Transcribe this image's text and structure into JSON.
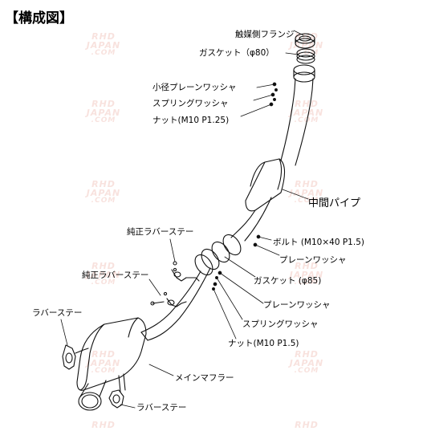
{
  "title": "【構成図】",
  "watermark": {
    "line1": "RHD",
    "line2": "JAPAN",
    "line3": ".COM",
    "color": "#e17d69"
  },
  "labels": {
    "flange": "触媒側フランジ",
    "gasket80": "ガスケット（φ80）",
    "washer_small": "小径プレーンワッシャ",
    "spring_washer_top": "スプリングワッシャ",
    "nut_top": "ナット(M10 P1.25)",
    "mid_pipe": "中間パイプ",
    "bolt": "ボルト (M10×40 P1.5)",
    "plain_washer_1": "プレーンワッシャ",
    "gasket85": "ガスケット (φ85)",
    "plain_washer_2": "プレーンワッシャ",
    "spring_washer_bottom": "スプリングワッシャ",
    "nut_bottom": "ナット(M10 P1.5)",
    "oem_stay_1": "純正ラバーステー",
    "oem_stay_2": "純正ラバーステー",
    "rubber_stay_left": "ラバーステー",
    "main_muffler": "メインマフラー",
    "rubber_stay_bottom": "ラバーステー"
  }
}
